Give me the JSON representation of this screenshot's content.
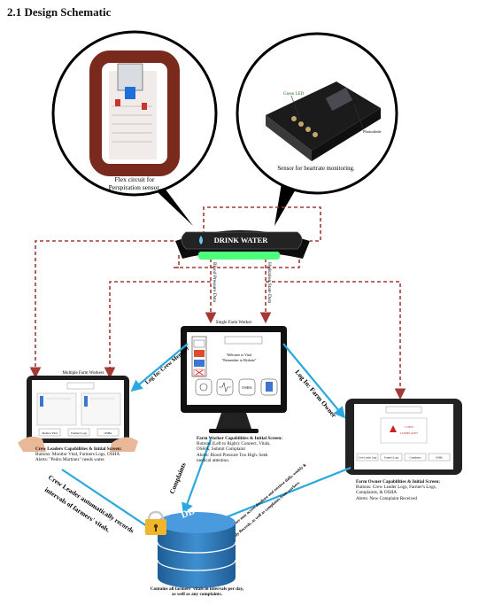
{
  "heading": "2.1 Design Schematic",
  "flex_circuit": {
    "caption_line1": "Flex circuit for",
    "caption_line2": "Perspiration sensor."
  },
  "heartrate": {
    "caption": "Sensor for heartrate monitoring.",
    "led_label": "Green LED",
    "photodiode_label": "Photodiode"
  },
  "band": {
    "brand": "DRINK WATER"
  },
  "flows": {
    "blood_pressure": "Blood Pressure Data",
    "hydration": "Hydration State Data",
    "crew_member": "Log In: Crew Member",
    "farm_owner": "Log In: Farm Owner",
    "complaints": "Complaints",
    "crew_leader_line1": "Crew Leader automatically records",
    "crew_leader_line2": "intervals of farmers' vitals.",
    "owner_access_line1": "Farm Owner may access database and retrieve daily, weekly &",
    "owner_access_line2": "monthly Records, as well as complaints from workers."
  },
  "monitor": {
    "title": "Single Farm Worker",
    "welcome_line1": "Welcome to Vital",
    "welcome_line2": "\"Remember to Hydrate\"",
    "osha": "OSHA",
    "caption_line1": "Farm Worker Capabilities & Initial Screen:",
    "caption_line2": "Buttons (Left to Right): Connect, Vitals,",
    "caption_line3": "OSHA, Submit Complaint",
    "caption_line4": "Alerts: Blood Pressure Too High. Seek",
    "caption_line5": "medical attention."
  },
  "left_tablet": {
    "title": "Multiple Farm Workers",
    "btn1": "Monitor Vital",
    "btn2": "Farmers Logs",
    "btn3": "OSHA",
    "caption_line1": "Crew Leaders Capabilities & Initial Screen:",
    "caption_line2": "Buttons: Monitor Vital, Farmers Logs, OSHA",
    "caption_line3": "Alerts: \"Pedro Martinez\" needs water."
  },
  "right_tablet": {
    "alert_line1": "1 NEW",
    "alert_line2": "COMPLAINT",
    "btn1": "Crew Leader Logs",
    "btn2": "Farmer's Logs",
    "btn3": "Complaints",
    "btn4": "OSHA",
    "caption_line1": "Farm Owner Capabilities & Initial Screen:",
    "caption_line2": "Buttons: Crew Leader Logs, Farmer's Logs,",
    "caption_line3": "Complaints, & OSHA",
    "caption_line4": "Alerts: New Complaint Received"
  },
  "database": {
    "label": "DB",
    "caption_line1": "Contains all farmers' vitals in intervals per day,",
    "caption_line2": "as well as any complaints."
  },
  "colors": {
    "dashed": "#a33a36",
    "arrow_blue": "#29a9e0",
    "db_blue": "#2f75ad",
    "band_green": "#4dff7a"
  }
}
